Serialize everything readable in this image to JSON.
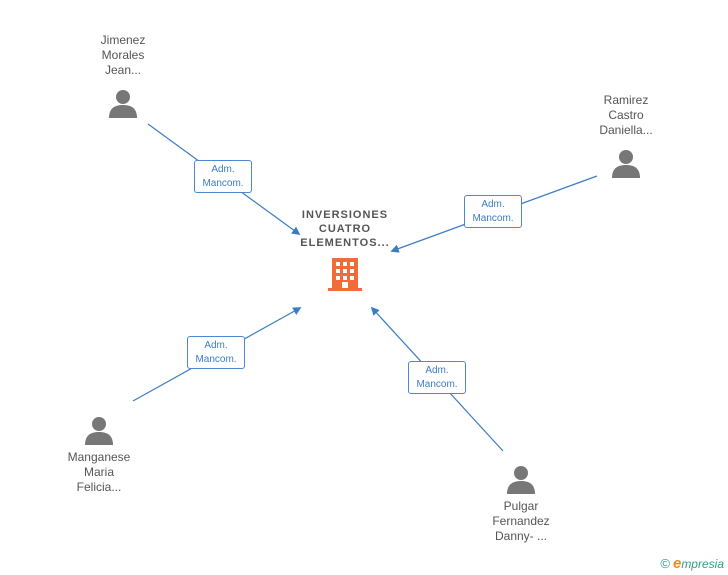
{
  "company": {
    "name": [
      "INVERSIONES",
      "CUATRO",
      "ELEMENTOS..."
    ],
    "icon": "building-icon",
    "color": "#f26b3a"
  },
  "people": [
    {
      "id": "jimenez",
      "name": [
        "Jimenez",
        "Morales",
        "Jean..."
      ],
      "role": [
        "Adm.",
        "Mancom."
      ]
    },
    {
      "id": "ramirez",
      "name": [
        "Ramirez",
        "Castro",
        "Daniella..."
      ],
      "role": [
        "Adm.",
        "Mancom."
      ]
    },
    {
      "id": "manganese",
      "name": [
        "Manganese",
        "Maria",
        "Felicia..."
      ],
      "role": [
        "Adm.",
        "Mancom."
      ]
    },
    {
      "id": "pulgar",
      "name": [
        "Pulgar",
        "Fernandez",
        "Danny- ..."
      ],
      "role": [
        "Adm.",
        "Mancom."
      ]
    }
  ],
  "edge_color": "#3b7cc6",
  "person_icon_color": "#777777",
  "footer": {
    "copyright_symbol": "©",
    "brand_initial": "e",
    "brand_rest": "mpresia"
  }
}
